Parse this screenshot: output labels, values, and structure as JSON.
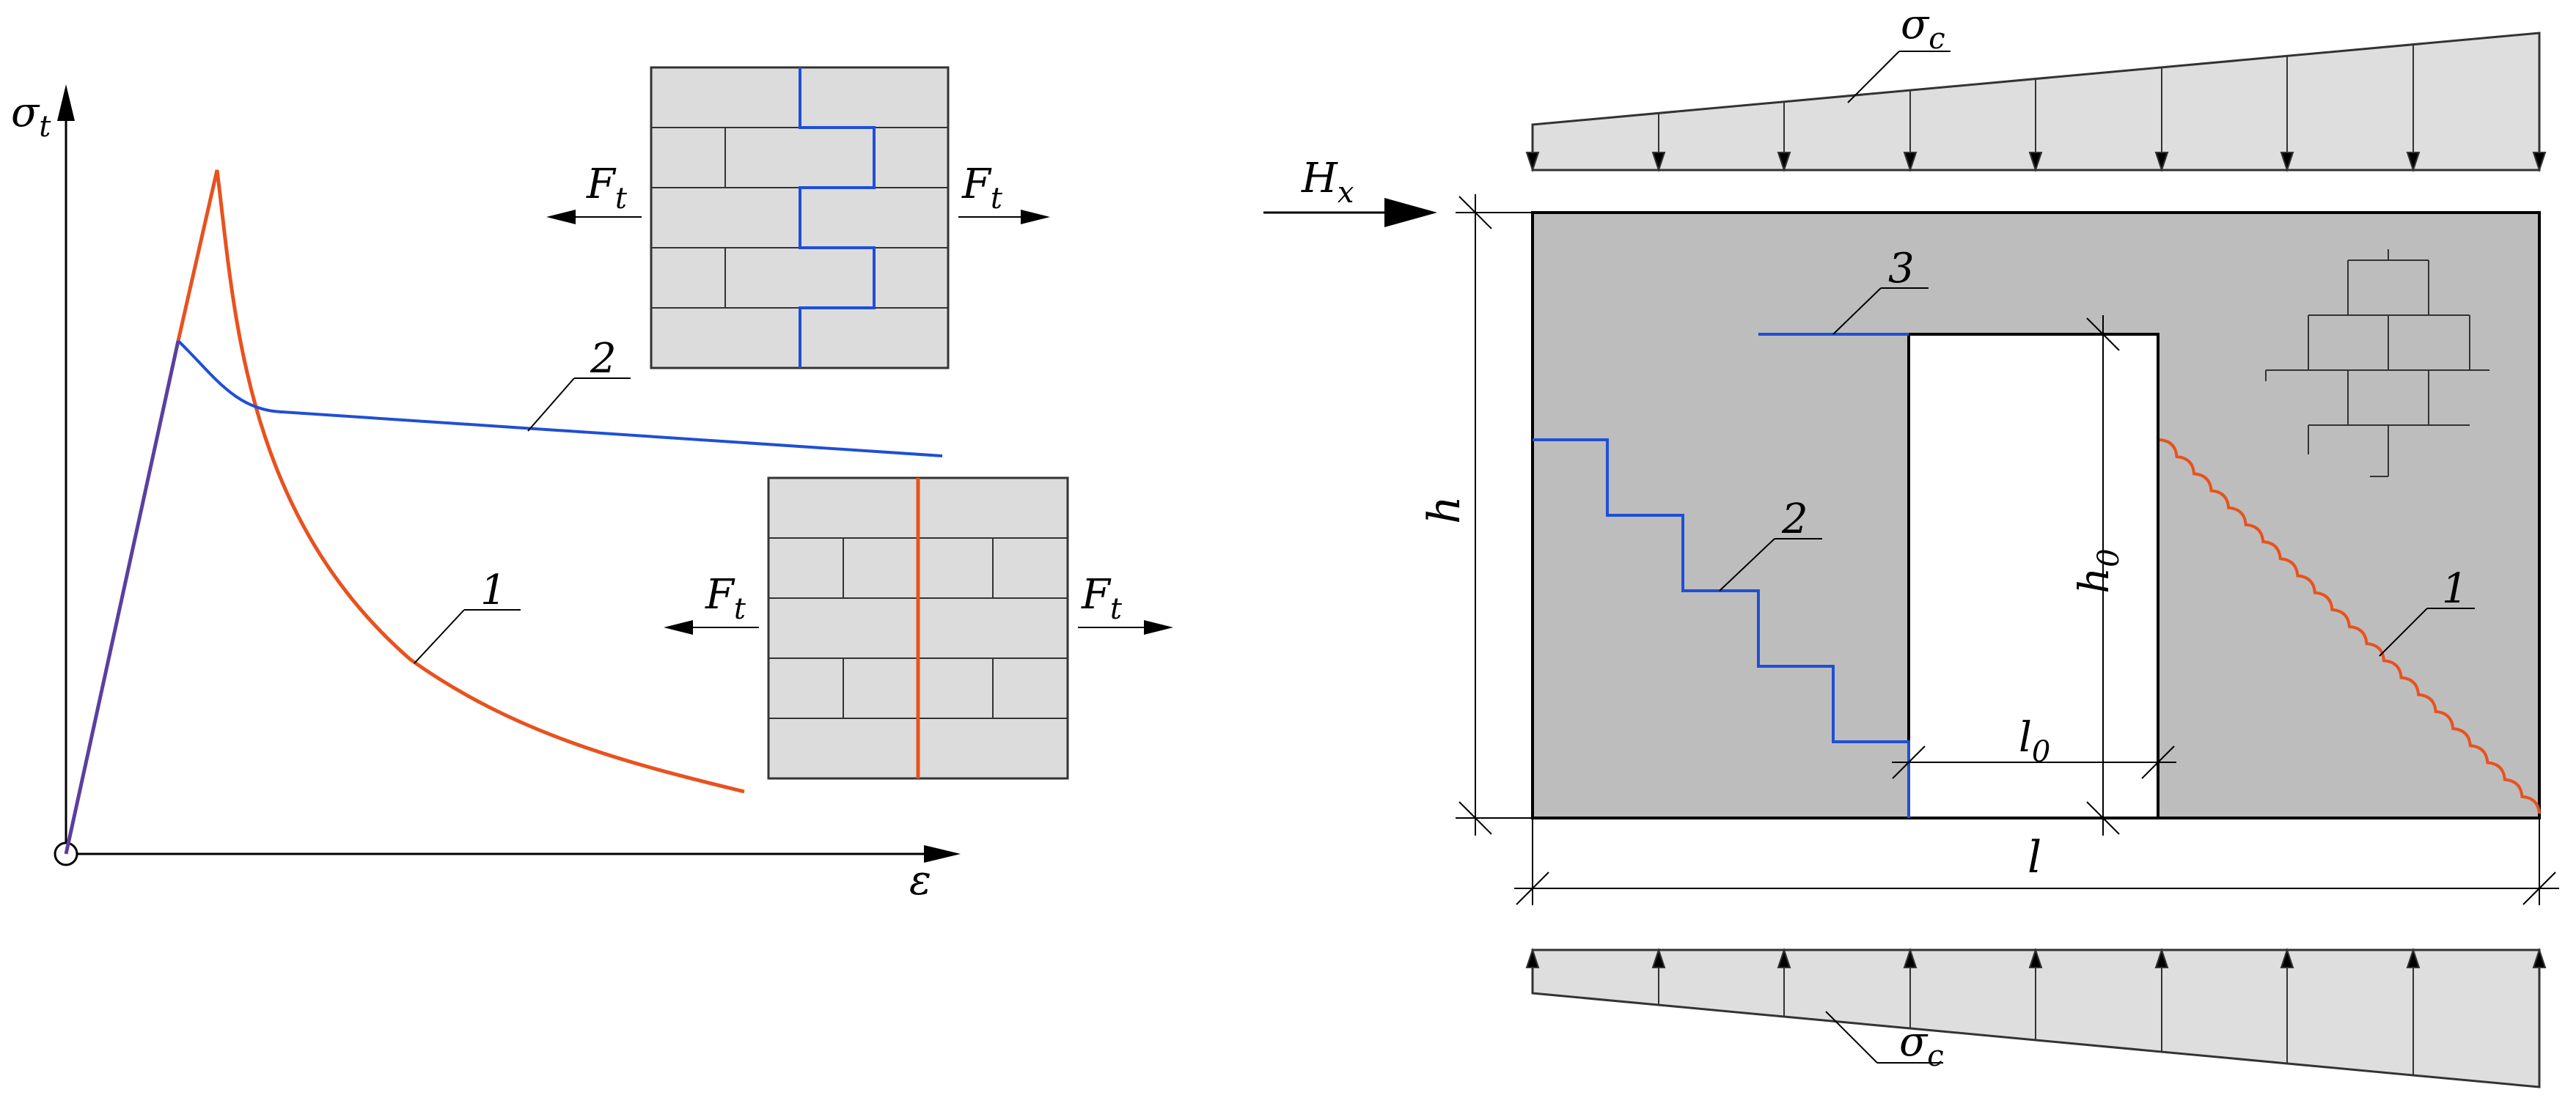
{
  "graph": {
    "y_axis_label": "σ",
    "y_axis_label_sub": "t",
    "x_axis_label": "ε",
    "curve_1_label": "1",
    "curve_2_label": "2",
    "force_label": "F",
    "force_label_sub": "t"
  },
  "wall": {
    "horizontal_load_label": "H",
    "horizontal_load_sub": "x",
    "height_label": "h",
    "opening_height_label": "h",
    "opening_height_sub": "0",
    "opening_width_label": "l",
    "opening_width_sub": "0",
    "length_label": "l",
    "crack_1_label": "1",
    "crack_2_label": "2",
    "crack_3_label": "3",
    "top_stress_label": "σ",
    "top_stress_sub": "c",
    "bottom_stress_label": "σ",
    "bottom_stress_sub": "c"
  },
  "colors": {
    "curve_1": "#e8521e",
    "curve_2": "#1f4fd6",
    "wall_fill": "#bdbdbd",
    "brick_fill": "#dcdcdc",
    "stress_fill": "#dedede"
  }
}
